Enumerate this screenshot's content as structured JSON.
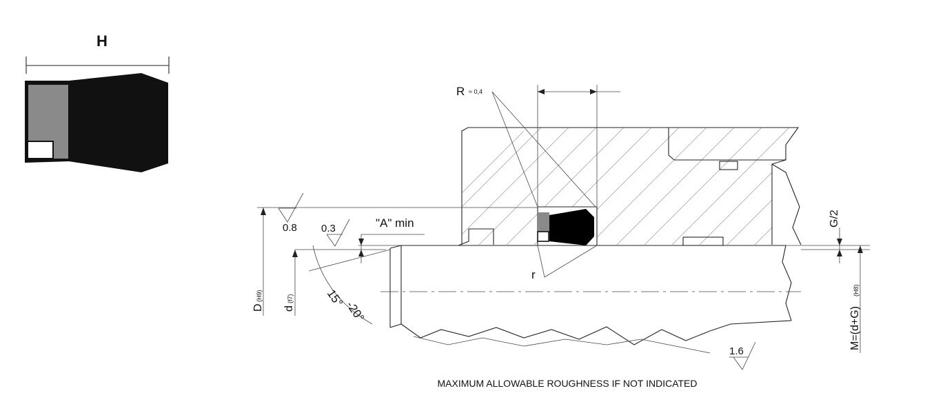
{
  "profile": {
    "dimension_label": "H",
    "colors": {
      "body": "#111111",
      "insert": "#8a8a8a",
      "ring": "#ffffff"
    }
  },
  "drawing": {
    "radius_label": "R",
    "radius_value": "≈ 0,4",
    "corner_label": "r",
    "roughness_bore": "0.8",
    "roughness_chamfer": "0.3",
    "roughness_rod": "1.6",
    "min_length_label": "\"A\" min",
    "angle_label_1": "15°",
    "angle_label_2": "-20°",
    "bore_diameter": "D",
    "bore_tolerance": "(H9)",
    "rod_diameter": "d",
    "rod_tolerance": "(f7)",
    "gap_label": "G/2",
    "groove_formula": "M=(d+G)",
    "groove_tolerance": "(H8)",
    "note": "MAXIMUM ALLOWABLE ROUGHNESS IF NOT INDICATED",
    "colors": {
      "seal_body": "#000000",
      "seal_insert": "#8a8a8a",
      "hatch": "#9a9a9a"
    }
  }
}
